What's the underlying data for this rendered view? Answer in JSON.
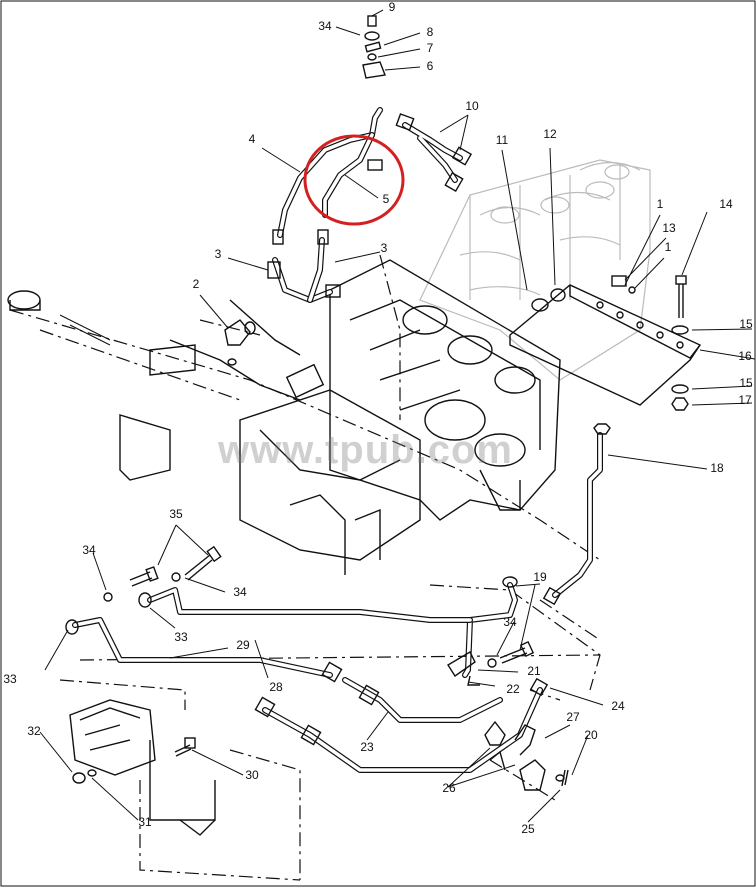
{
  "watermark": "www.tpub.com",
  "callouts": [
    {
      "id": "c1",
      "label": "1"
    },
    {
      "id": "c1b",
      "label": "1"
    },
    {
      "id": "c2",
      "label": "2"
    },
    {
      "id": "c3a",
      "label": "3"
    },
    {
      "id": "c3b",
      "label": "3"
    },
    {
      "id": "c4",
      "label": "4"
    },
    {
      "id": "c5",
      "label": "5"
    },
    {
      "id": "c6",
      "label": "6"
    },
    {
      "id": "c7",
      "label": "7"
    },
    {
      "id": "c8",
      "label": "8"
    },
    {
      "id": "c9",
      "label": "9"
    },
    {
      "id": "c10",
      "label": "10"
    },
    {
      "id": "c11",
      "label": "11"
    },
    {
      "id": "c12",
      "label": "12"
    },
    {
      "id": "c13",
      "label": "13"
    },
    {
      "id": "c14",
      "label": "14"
    },
    {
      "id": "c15a",
      "label": "15"
    },
    {
      "id": "c15b",
      "label": "15"
    },
    {
      "id": "c16",
      "label": "16"
    },
    {
      "id": "c17",
      "label": "17"
    },
    {
      "id": "c18",
      "label": "18"
    },
    {
      "id": "c19",
      "label": "19"
    },
    {
      "id": "c20",
      "label": "20"
    },
    {
      "id": "c21",
      "label": "21"
    },
    {
      "id": "c22",
      "label": "22"
    },
    {
      "id": "c23",
      "label": "23"
    },
    {
      "id": "c24",
      "label": "24"
    },
    {
      "id": "c25",
      "label": "25"
    },
    {
      "id": "c26",
      "label": "26"
    },
    {
      "id": "c27",
      "label": "27"
    },
    {
      "id": "c28",
      "label": "28"
    },
    {
      "id": "c29",
      "label": "29"
    },
    {
      "id": "c30",
      "label": "30"
    },
    {
      "id": "c31",
      "label": "31"
    },
    {
      "id": "c32",
      "label": "32"
    },
    {
      "id": "c33a",
      "label": "33"
    },
    {
      "id": "c33b",
      "label": "33"
    },
    {
      "id": "c34a",
      "label": "34"
    },
    {
      "id": "c34b",
      "label": "34"
    },
    {
      "id": "c34c",
      "label": "34"
    },
    {
      "id": "c34d",
      "label": "34"
    },
    {
      "id": "c35",
      "label": "35"
    }
  ],
  "colors": {
    "ink": "#111111",
    "highlight": "#d42020",
    "watermark": "#888888"
  }
}
